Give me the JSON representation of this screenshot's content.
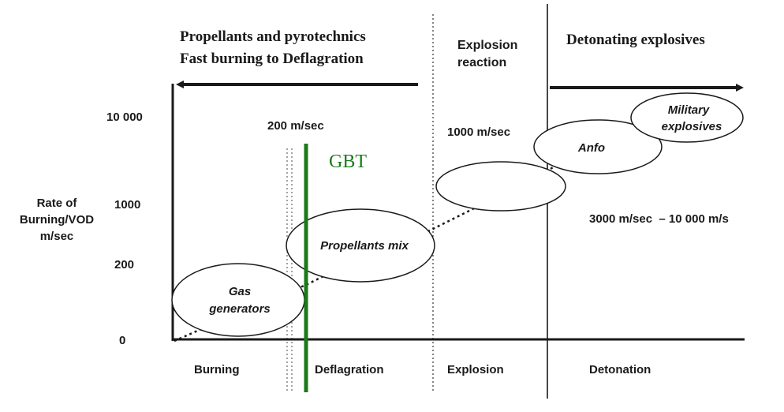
{
  "header": {
    "propellants_line1": "Propellants and pyrotechnics",
    "propellants_line2": "Fast burning to Deflagration",
    "explosion_line1": "Explosion",
    "explosion_line2": "reaction",
    "detonating": "Detonating explosives"
  },
  "y_axis": {
    "label_line1": "Rate of",
    "label_line2": "Burning/VOD",
    "label_line3": "m/sec",
    "ticks": [
      "10 000",
      "1000",
      "200",
      "0"
    ]
  },
  "speeds": {
    "deflagration": "200 m/sec",
    "explosion": "1000 m/sec",
    "detonation": "3000 m/sec  – 10 000 m/s"
  },
  "gbt_label": "GBT",
  "ellipses": {
    "gas_line1": "Gas",
    "gas_line2": "generators",
    "propellants_mix": "Propellants mix",
    "explosion_blank": "",
    "anfo": "Anfo",
    "military_line1": "Military",
    "military_line2": "explosives"
  },
  "regions": [
    "Burning",
    "Deflagration",
    "Explosion",
    "Detonation"
  ],
  "colors": {
    "gbt_line": "#1a7a1a",
    "lines": "#1a1a1a"
  }
}
